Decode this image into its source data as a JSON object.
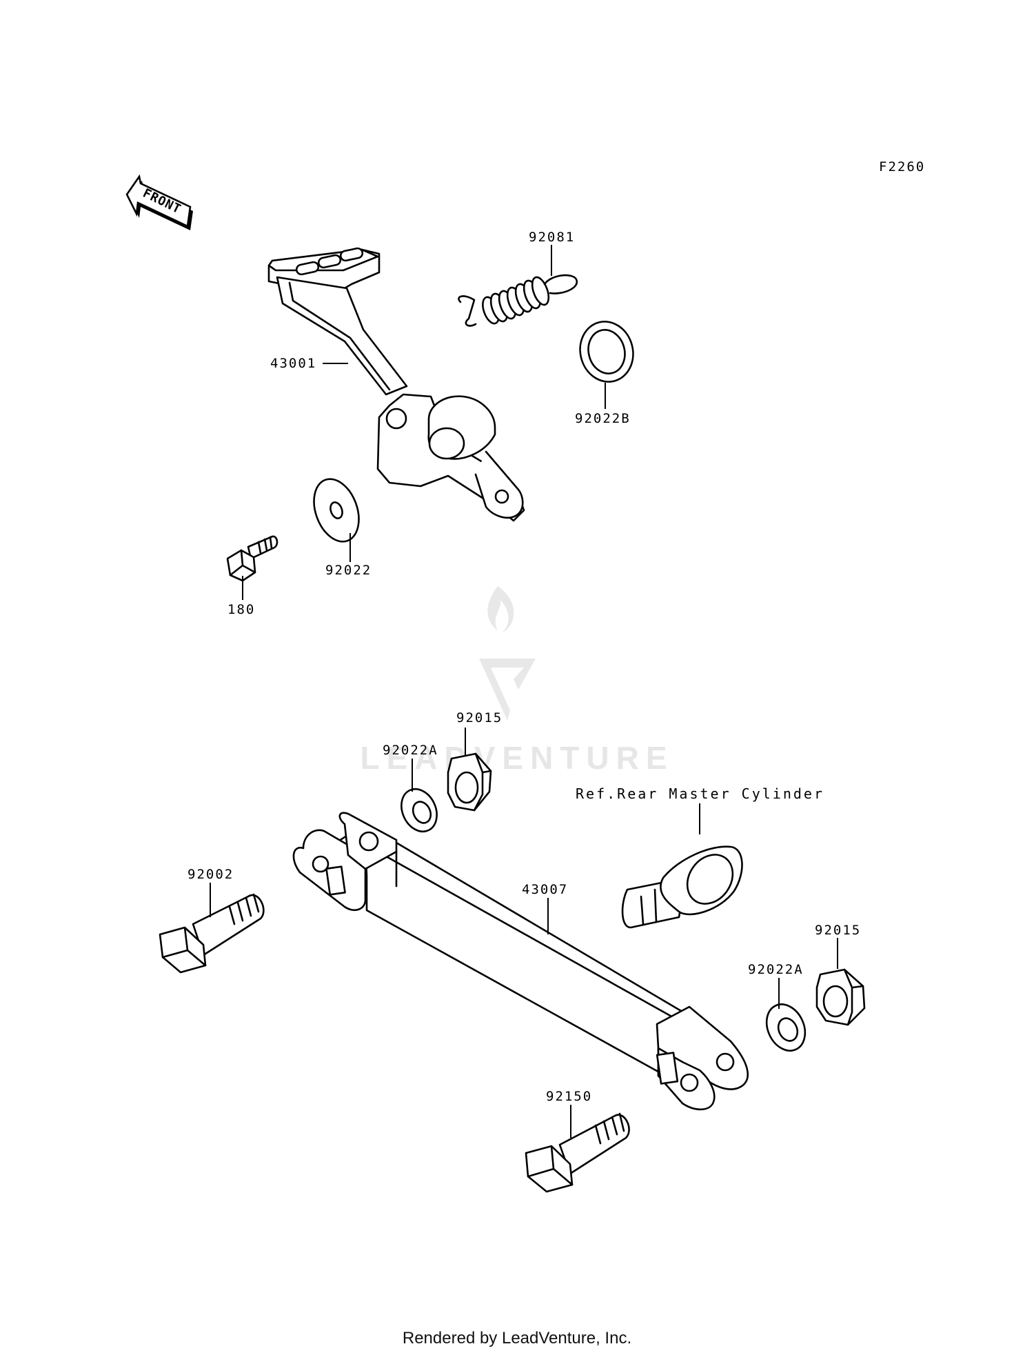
{
  "diagram_code": "F2260",
  "front_label": "FRONT",
  "reference_note": "Ref.Rear Master Cylinder",
  "callouts": {
    "p43001": "43001",
    "p92081": "92081",
    "p92022B": "92022B",
    "p92022": "92022",
    "p180": "180",
    "p92015_top": "92015",
    "p92022A_top": "92022A",
    "p92002": "92002",
    "p43007": "43007",
    "p92015_right": "92015",
    "p92022A_right": "92022A",
    "p92150": "92150"
  },
  "watermark_text": "LEADVENTURE",
  "footer_text": "Rendered by LeadVenture, Inc."
}
